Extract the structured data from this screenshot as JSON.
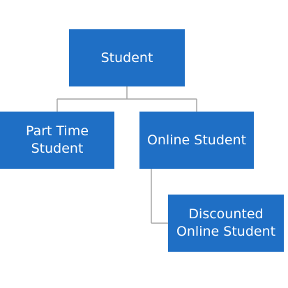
{
  "colors": {
    "box_fill": "#1F6FC5",
    "box_text": "#FFFFFF",
    "connector": "#A6A6A6"
  },
  "nodes": {
    "student": {
      "label": "Student"
    },
    "part_time_student": {
      "label_line1": "Part Time",
      "label_line2": "Student"
    },
    "online_student": {
      "label": "Online Student"
    },
    "discounted_online_student": {
      "label_line1": "Discounted",
      "label_line2": "Online Student"
    }
  },
  "edges": [
    {
      "from": "student",
      "to": "part_time_student"
    },
    {
      "from": "student",
      "to": "online_student"
    },
    {
      "from": "online_student",
      "to": "discounted_online_student"
    }
  ]
}
